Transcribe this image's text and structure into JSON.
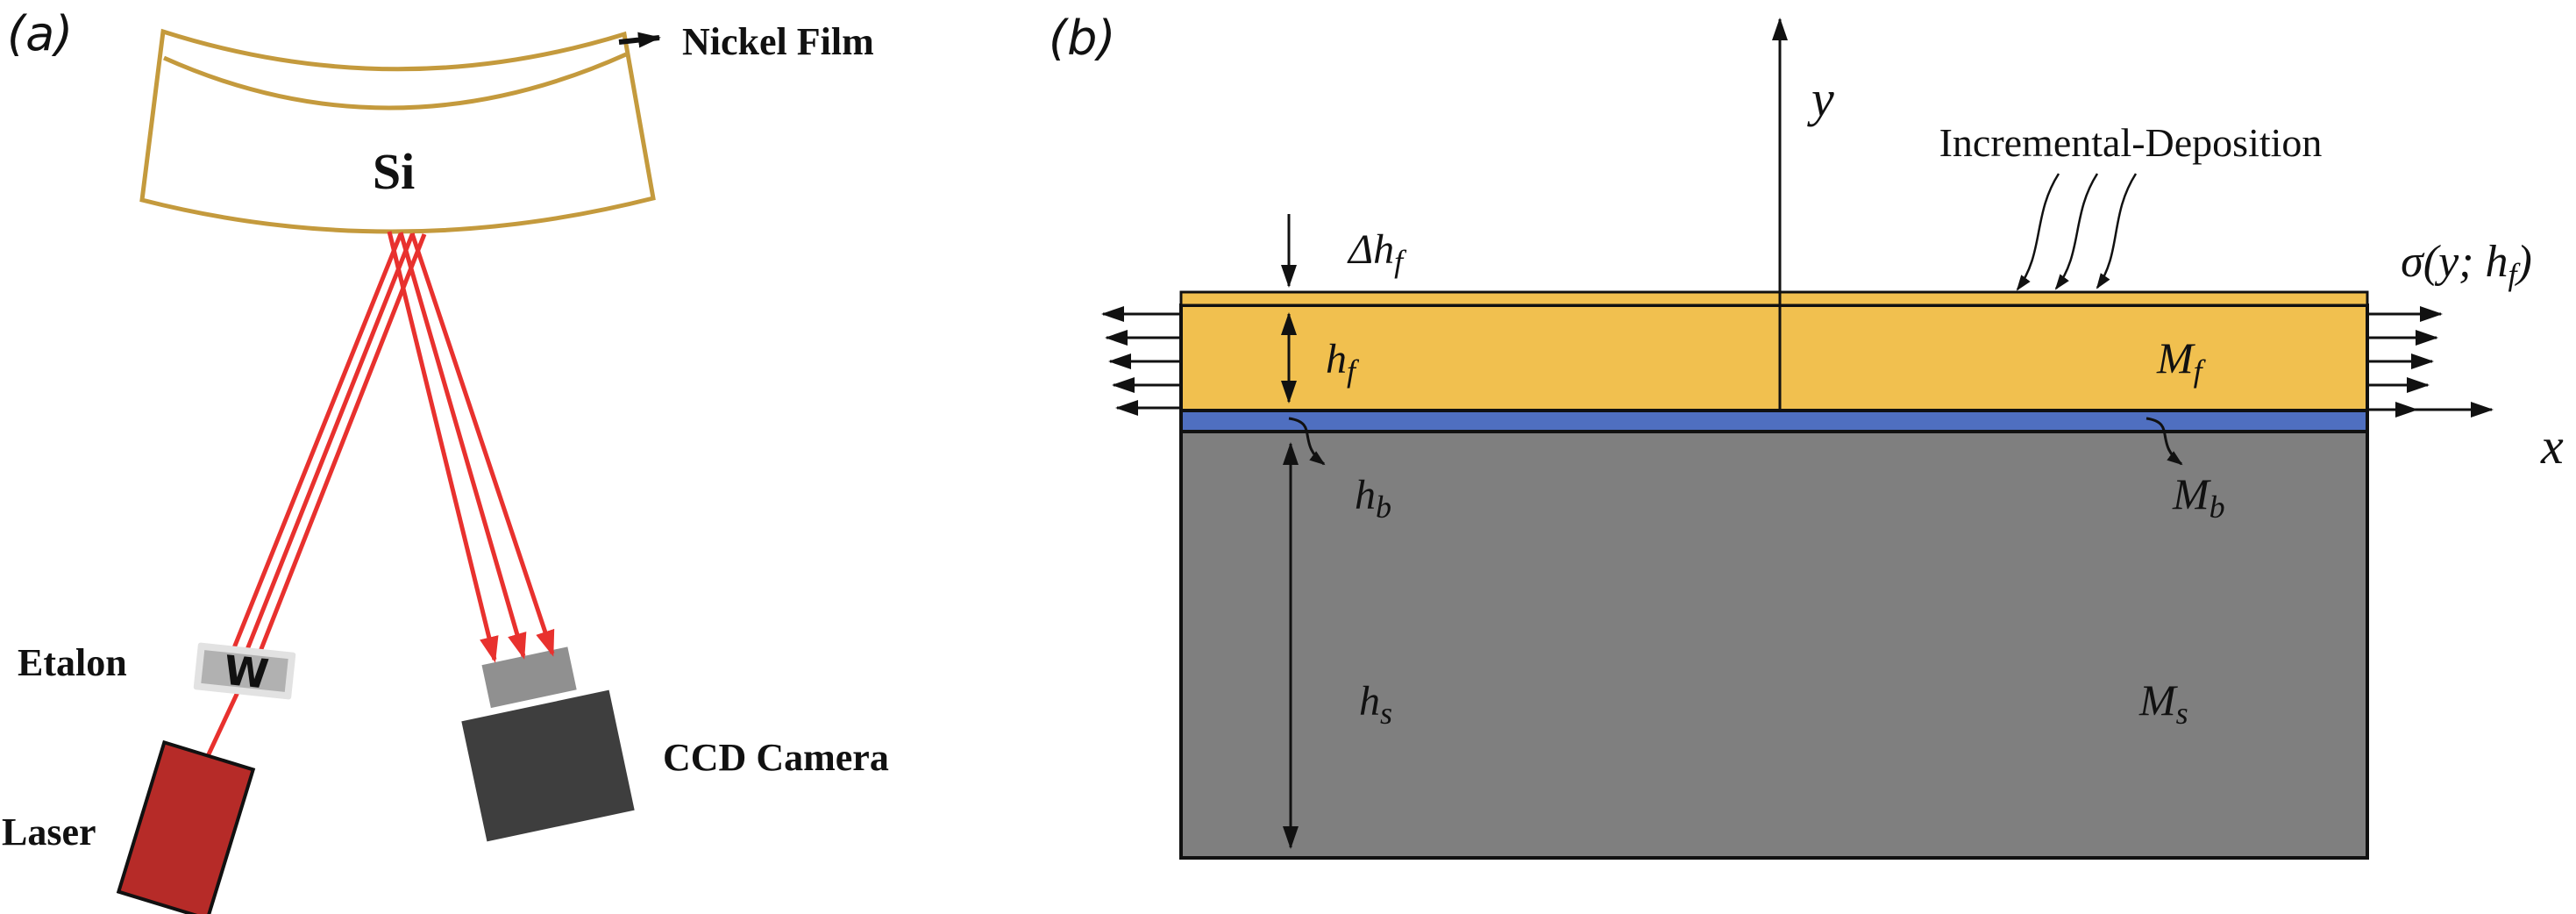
{
  "figure": {
    "panel_a": {
      "label": "(a)",
      "wafer_label": "Si",
      "nickel_film_label": "Nickel Film",
      "etalon_label": "Etalon",
      "etalon_glyph": "W",
      "laser_label": "Laser",
      "ccd_label": "CCD Camera"
    },
    "panel_b": {
      "label": "(b)",
      "deposition_label": "Incremental-Deposition",
      "y_axis_label": "y",
      "x_axis_label": "x",
      "sigma": {
        "pre": "σ(y; h",
        "sub": "f",
        "post": ")"
      },
      "delta_hf": {
        "pre": "Δh",
        "sub": "f"
      },
      "hf": {
        "pre": "h",
        "sub": "f"
      },
      "hb": {
        "pre": "h",
        "sub": "b"
      },
      "hs": {
        "pre": "h",
        "sub": "s"
      },
      "Mf": {
        "pre": "M",
        "sub": "f"
      },
      "Mb": {
        "pre": "M",
        "sub": "b"
      },
      "Ms": {
        "pre": "M",
        "sub": "s"
      }
    },
    "colors": {
      "film_yellow": "#f1c04f",
      "bond_blue": "#4f6fc0",
      "substrate_gray": "#7f7f7f",
      "wafer_gold": "#c49a3d",
      "beam_red": "#e8312e",
      "laser_red": "#b62b28",
      "ccd_dark": "#3e3e3e",
      "sensor_gray": "#909090",
      "etalon_gray": "#e2e2e2",
      "etalon_inner": "#b1b1b1",
      "etalon_w_red": "#a4343a",
      "ink": "#111111"
    }
  }
}
